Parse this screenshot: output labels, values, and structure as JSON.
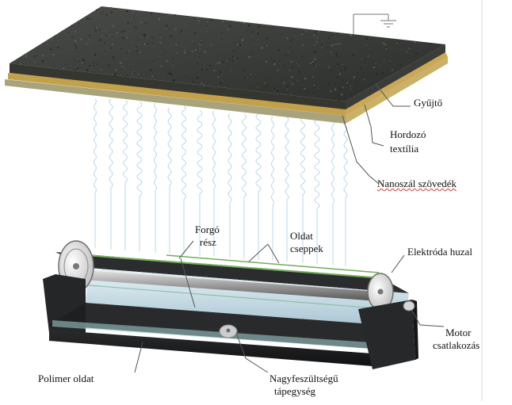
{
  "labels": {
    "collector": "Gyűjtő",
    "carrier_line1": "Hordozó",
    "carrier_line2": "textília",
    "nanofiber_web": "Nanoszál szövedék",
    "rotating_line1": "Forgó",
    "rotating_line2": "rész",
    "drops_line1": "Oldat",
    "drops_line2": "cseppek",
    "electrode_wire": "Elektróda huzal",
    "motor_line1": "Motor",
    "motor_line2": "csatlakozás",
    "polymer_solution": "Polimer oldat",
    "hv_line1": "Nagyfeszültségű",
    "hv_line2": "tápegység"
  },
  "colors": {
    "collector_felt": "#3d3f3c",
    "carrier_textile": "#b89a4a",
    "bath_body": "#1f2021",
    "solution": "#cfe2ea",
    "electrode_green": "#6fae5a",
    "fiber_blue": "#bcd7e8",
    "leader_line": "#555555"
  },
  "icons": {
    "ground": "ground-symbol-icon"
  }
}
